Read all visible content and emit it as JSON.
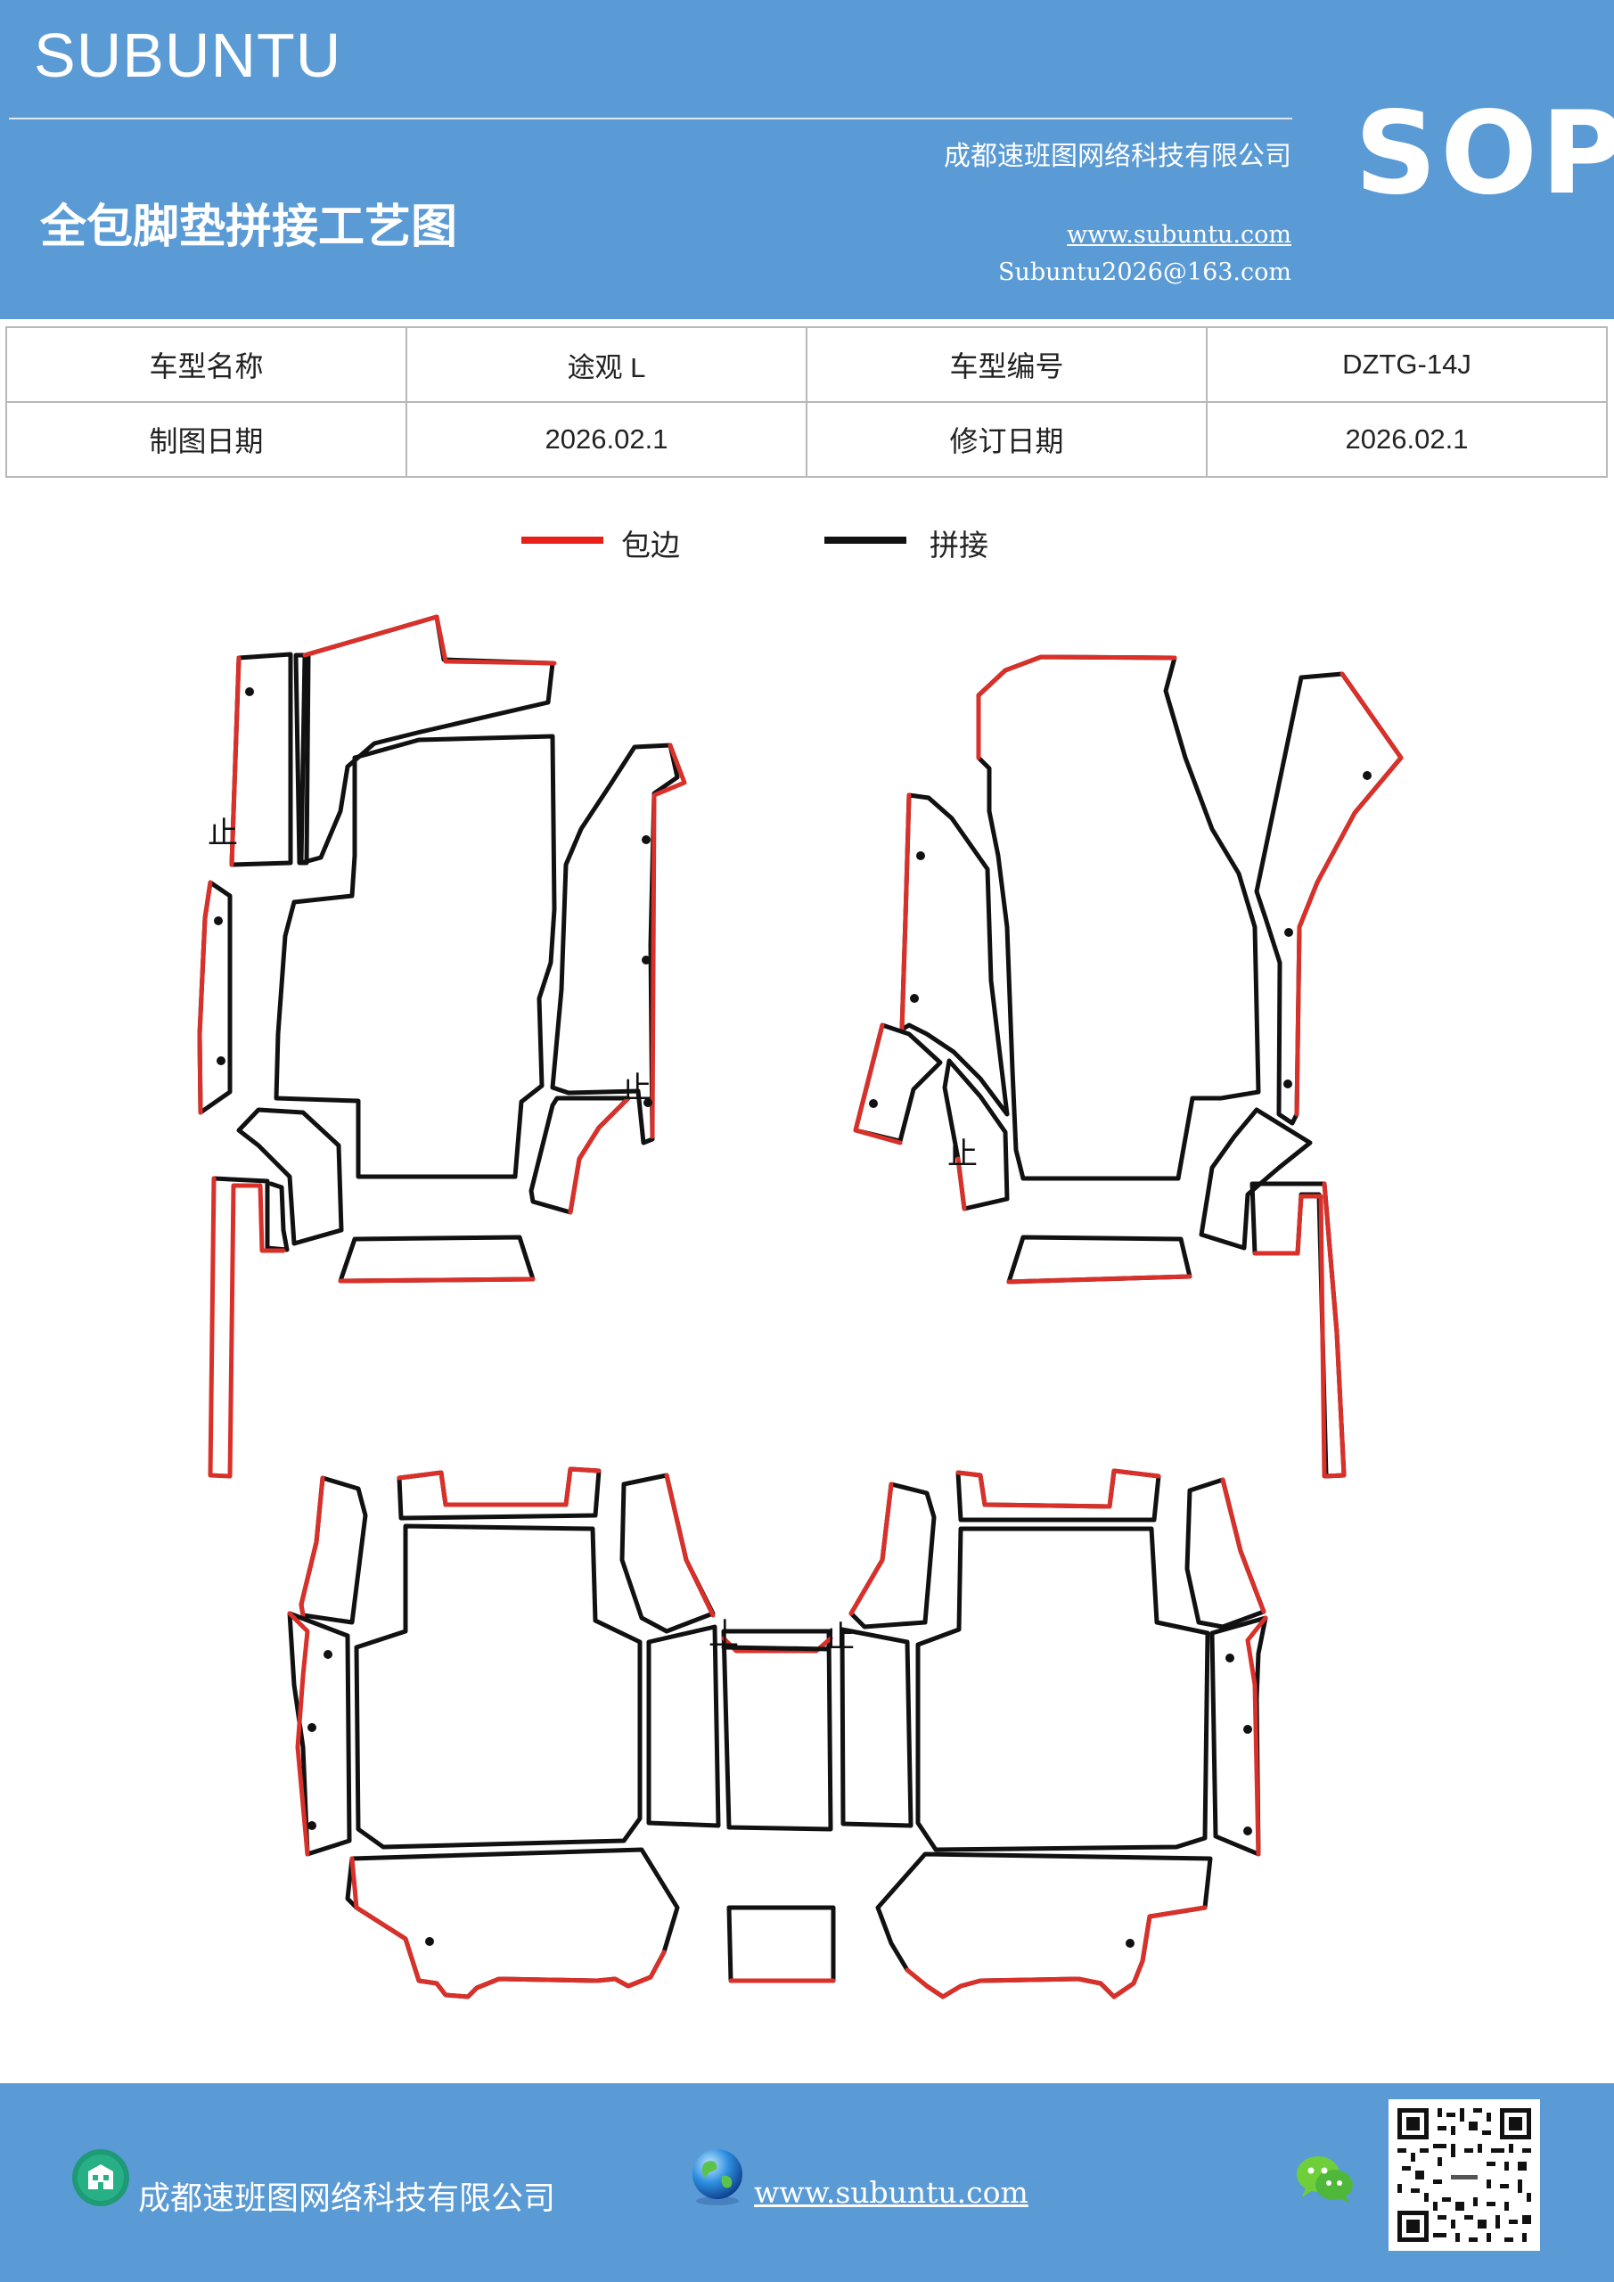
{
  "header": {
    "brand": "SUBUNTU",
    "company": "成都速班图网络科技有限公司",
    "title": "全包脚垫拼接工艺图",
    "website": "www.subuntu.com",
    "email": "Subuntu2026@163.com",
    "badge": "SOP"
  },
  "info_table": {
    "rows": [
      [
        {
          "text": "车型名称",
          "kind": "label"
        },
        {
          "text": "途观 L",
          "kind": "value"
        },
        {
          "text": "车型编号",
          "kind": "label"
        },
        {
          "text": "DZTG-14J",
          "kind": "value"
        }
      ],
      [
        {
          "text": "制图日期",
          "kind": "label"
        },
        {
          "text": "2026.02.1",
          "kind": "value"
        },
        {
          "text": "修订日期",
          "kind": "label"
        },
        {
          "text": "2026.02.1",
          "kind": "value"
        }
      ]
    ]
  },
  "legend": [
    {
      "label": "包边",
      "color": "#e8201a"
    },
    {
      "label": "拼接",
      "color": "#111111"
    }
  ],
  "diagram": {
    "stop_marker": "止",
    "edge_color": "#d9302a",
    "seam_color": "#111111"
  },
  "footer": {
    "company": "成都速班图网络科技有限公司",
    "website": "www.subuntu.com",
    "icons": [
      "building-icon",
      "globe-icon",
      "wechat-icon",
      "qr-code"
    ]
  },
  "colors": {
    "theme_blue": "#5b9bd5"
  }
}
